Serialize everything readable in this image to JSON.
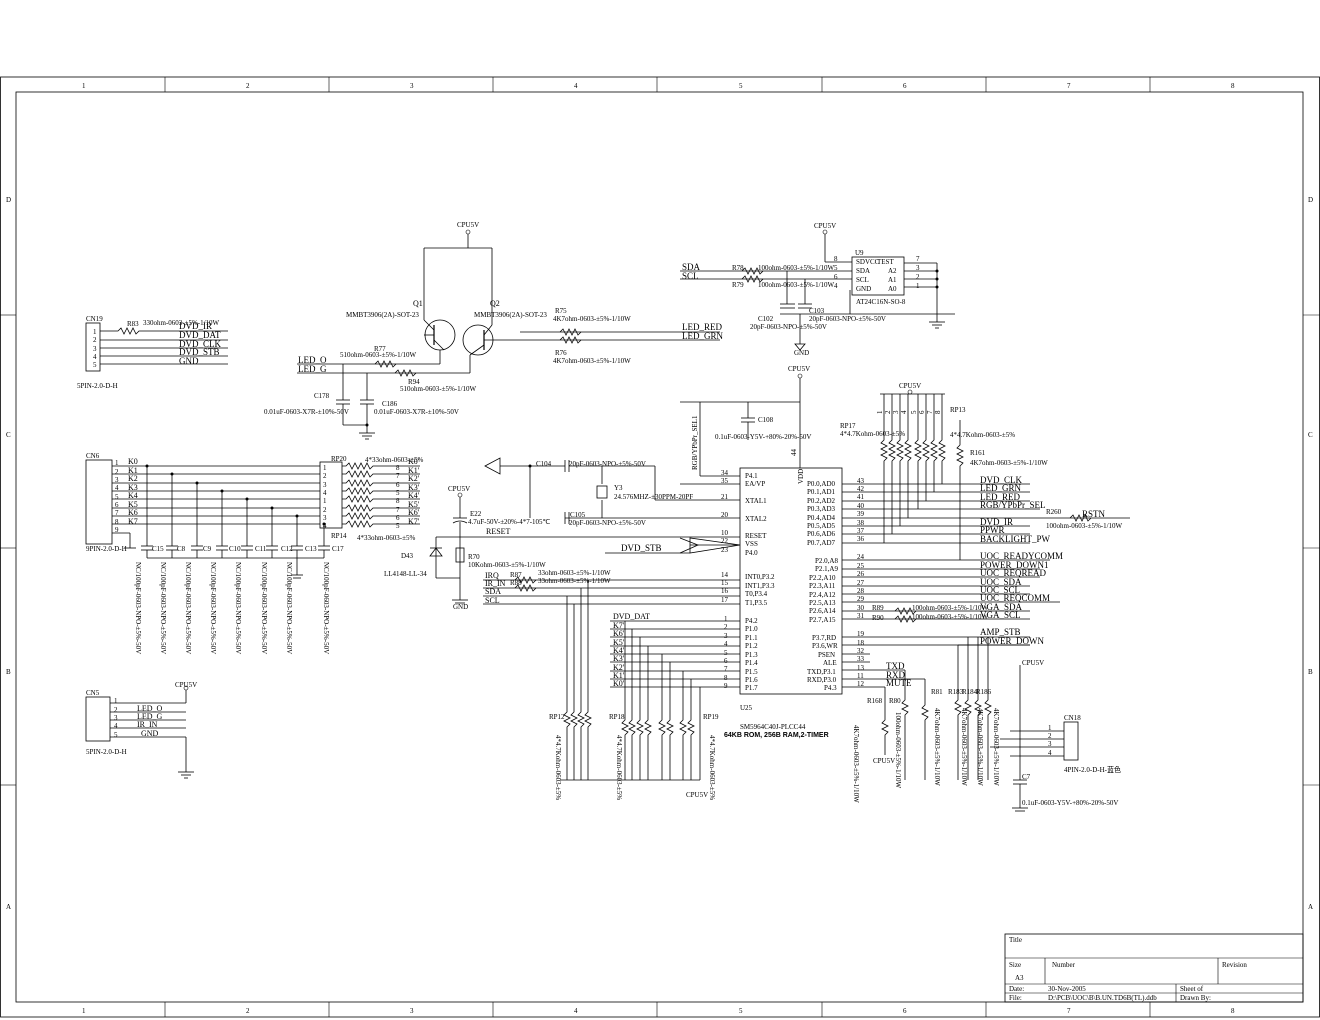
{
  "border": {
    "cols": [
      "1",
      "2",
      "3",
      "4",
      "5",
      "6",
      "7",
      "8"
    ],
    "rows": [
      "D",
      "C",
      "B",
      "A"
    ]
  },
  "cn19": {
    "ref": "CN19",
    "footprint": "5PIN-2.0-D-H",
    "pins": [
      "1",
      "2",
      "3",
      "4",
      "5"
    ],
    "resistor": "R83",
    "resistor_value": "330ohm-0603-±5%-1/10W",
    "nets": [
      "DVD_IR",
      "DVD_DAT",
      "DVD_CLK",
      "DVD_STB",
      "GND"
    ]
  },
  "led_driver": {
    "vcc": "CPU5V",
    "q1": "Q1",
    "q1_part": "MMBT3906(2A)-SOT-23",
    "q2": "Q2",
    "q2_part": "MMBT3906(2A)-SOT-23",
    "r75": "R75",
    "r75_value": "4K7ohm-0603-±5%-1/10W",
    "r76": "R76",
    "r76_value": "4K7ohm-0603-±5%-1/10W",
    "r77": "R77",
    "r77_value": "510ohm-0603-±5%-1/10W",
    "r94": "R94",
    "r94_value": "510ohm-0603-±5%-1/10W",
    "c178": "C178",
    "c178_value": "0.01uF-0603-X7R-±10%-50V",
    "c186": "C186",
    "c186_value": "0.01uF-0603-X7R-±10%-50V",
    "led_o": "LED_O",
    "led_g": "LED_G",
    "led_red": "LED_RED",
    "led_grn": "LED_GRN"
  },
  "eeprom": {
    "vcc": "CPU5V",
    "ref": "U9",
    "part": "AT24C16N-SO-8",
    "pins_left": [
      "SDVCC",
      "SDA",
      "SCL",
      "GND"
    ],
    "pins_right": [
      "TEST",
      "A2",
      "A1",
      "A0"
    ],
    "pin_nums_left": [
      "8",
      "5",
      "6",
      "4"
    ],
    "pin_nums_right": [
      "7",
      "3",
      "2",
      "1"
    ],
    "sda": "SDA",
    "scl": "SCL",
    "r78": "R78",
    "r78_value": "100ohm-0603-±5%-1/10W",
    "r79": "R79",
    "r79_value": "100ohm-0603-±5%-1/10W",
    "c102": "C102",
    "c102_value": "20pF-0603-NPO-±5%-50V",
    "c103": "C103",
    "c103_value": "20pF-0603-NPO-±5%-50V",
    "gnd": "GND"
  },
  "cn6": {
    "ref": "CN6",
    "footprint": "9PIN-2.0-D-H",
    "pins": [
      "1",
      "2",
      "3",
      "4",
      "5",
      "6",
      "7",
      "8",
      "9"
    ],
    "keys": [
      "K0",
      "K1",
      "K2",
      "K3",
      "K4",
      "K5",
      "K6",
      "K7"
    ],
    "rp20": "RP20",
    "rp20_value": "4*33ohm-0603-±5%",
    "rp14": "RP14",
    "rp14_value": "4*33ohm-0603-±5%",
    "rp_pins_left": [
      "1",
      "2",
      "3",
      "4",
      "1",
      "2",
      "3",
      "4"
    ],
    "rp_pins_right": [
      "8",
      "7",
      "6",
      "5",
      "8",
      "7",
      "6",
      "5"
    ],
    "keys_out": [
      "K0'",
      "K1'",
      "K2'",
      "K3'",
      "K4'",
      "K5'",
      "K6'",
      "K7'"
    ],
    "caps": [
      "C15",
      "C8",
      "C9",
      "C10",
      "C11",
      "C12",
      "C13",
      "C17"
    ],
    "cap_value": "NC/100pF-0603-NPO-±5%-50V"
  },
  "reset_circuit": {
    "vcc": "CPU5V",
    "e22": "E22",
    "e22_value": "4.7uF-50V-±20%-4*7-105℃",
    "d43": "D43",
    "d43_part": "LL4148-LL-34",
    "r70": "R70",
    "r70_value": "10Kohm-0603-±5%-1/10W",
    "reset": "RESET",
    "gnd": "GND"
  },
  "cn5": {
    "ref": "CN5",
    "footprint": "5PIN-2.0-D-H",
    "vcc": "CPU5V",
    "pins": [
      "1",
      "2",
      "3",
      "4",
      "5"
    ],
    "nets": [
      "LED_O",
      "LED_G",
      "IR_IN",
      "GND"
    ]
  },
  "mcu": {
    "ref": "U25",
    "part": "SM5964C40J-PLCC44",
    "desc": "64KB ROM, 256B RAM,2-TIMER",
    "vdd": "VDD",
    "vdd_pin": "44",
    "vcc": "CPU5V",
    "c108": "C108",
    "c108_value": "0.1uF-0603-Y5V-+80%-20%-50V",
    "rgb_sel": "RGB/YPbPr_SEL1",
    "left_pins": [
      {
        "num": "34",
        "name": "P4.1"
      },
      {
        "num": "35",
        "name": "EA/VP"
      },
      {
        "num": "21",
        "name": "XTAL1"
      },
      {
        "num": "20",
        "name": "XTAL2"
      },
      {
        "num": "10",
        "name": "RESET"
      },
      {
        "num": "22",
        "name": "VSS"
      },
      {
        "num": "23",
        "name": "P4.0"
      },
      {
        "num": "14",
        "name": "INT0,P3.2"
      },
      {
        "num": "15",
        "name": "INT1,P3.3"
      },
      {
        "num": "16",
        "name": "T0,P3.4"
      },
      {
        "num": "17",
        "name": "T1,P3.5"
      },
      {
        "num": "1",
        "name": "P4.2"
      },
      {
        "num": "2",
        "name": "P1.0"
      },
      {
        "num": "3",
        "name": "P1.1"
      },
      {
        "num": "4",
        "name": "P1.2"
      },
      {
        "num": "5",
        "name": "P1.3"
      },
      {
        "num": "6",
        "name": "P1.4"
      },
      {
        "num": "7",
        "name": "P1.5"
      },
      {
        "num": "8",
        "name": "P1.6"
      },
      {
        "num": "9",
        "name": "P1.7"
      }
    ],
    "right_pins": [
      {
        "num": "43",
        "name": "P0.0,AD0"
      },
      {
        "num": "42",
        "name": "P0.1,AD1"
      },
      {
        "num": "41",
        "name": "P0.2,AD2"
      },
      {
        "num": "40",
        "name": "P0.3,AD3"
      },
      {
        "num": "39",
        "name": "P0.4,AD4"
      },
      {
        "num": "38",
        "name": "P0.5,AD5"
      },
      {
        "num": "37",
        "name": "P0.6,AD6"
      },
      {
        "num": "36",
        "name": "P0.7,AD7"
      },
      {
        "num": "24",
        "name": "P2.0,A8"
      },
      {
        "num": "25",
        "name": "P2.1,A9"
      },
      {
        "num": "26",
        "name": "P2.2,A10"
      },
      {
        "num": "27",
        "name": "P2.3,A11"
      },
      {
        "num": "28",
        "name": "P2.4,A12"
      },
      {
        "num": "29",
        "name": "P2.5,A13"
      },
      {
        "num": "30",
        "name": "P2.6,A14"
      },
      {
        "num": "31",
        "name": "P2.7,A15"
      },
      {
        "num": "19",
        "name": "P3.7,RD"
      },
      {
        "num": "18",
        "name": "P3.6,WR"
      },
      {
        "num": "32",
        "name": "PSEN"
      },
      {
        "num": "33",
        "name": "ALE"
      },
      {
        "num": "13",
        "name": "TXD,P3.1"
      },
      {
        "num": "11",
        "name": "RXD,P3.0"
      },
      {
        "num": "12",
        "name": "P4.3"
      }
    ],
    "right_nets": [
      "DVD_CLK",
      "LED_GRN",
      "LED_RED",
      "RGB/YPbPr_SEL",
      "RSTN",
      "DVD_IR",
      "PPWR",
      "BACKLIGHT_PW",
      "UOC_READYCOMM",
      "POWER_DOWN1",
      "UOC_REQREAD",
      "UOC_SDA",
      "UOC_SCL",
      "UOC_REQCOMM",
      "VGA_SDA",
      "VGA_SCL",
      "AMP_STB",
      "POWER_DOWN",
      "TXD",
      "RXD",
      "MUTE"
    ],
    "left_nets": [
      "DVD_STB",
      "IRQ",
      "IR_IN",
      "SDA",
      "SCL",
      "DVD_DAT",
      "K7'",
      "K6'",
      "K5'",
      "K4'",
      "K3'",
      "K2'",
      "K1'",
      "K0'"
    ],
    "r87": "R87",
    "r87_value": "33ohm-0603-±5%-1/10W",
    "r88": "R88",
    "r88_value": "33ohm-0603-±5%-1/10W",
    "r89": "R89",
    "r89_value": "100ohm-0603-±5%-1/10W",
    "r90": "R90",
    "r90_value": "100ohm-0603-±5%-1/10W",
    "r260": "R260",
    "r260_value": "100ohm-0603-±5%-1/10W",
    "c104": "C104",
    "c104_value": "20pF-0603-NPO-±5%-50V",
    "c105": "C105",
    "c105_value": "20pF-0603-NPO-±5%-50V",
    "y3": "Y3",
    "y3_value": "24.576MHZ-±30PPM-20PF"
  },
  "pullups": {
    "vcc": "CPU5V",
    "rp17": "RP17",
    "rp17_value": "4*4.7Kohm-0603-±5%",
    "rp13": "RP13",
    "rp13_value": "4*4.7Kohm-0603-±5%",
    "r161": "R161",
    "r161_value": "4K7ohm-0603-±5%-1/10W",
    "rp12": "RP12",
    "rp18": "RP18",
    "rp19": "RP19",
    "rp_value": "4*4.7Kohm-0603-±5%",
    "r168": "R168",
    "r80": "R80",
    "r81": "R81",
    "r183": "R183",
    "r184": "R184",
    "r186": "R186",
    "pullup_value": "4K7ohm-0603-±5%-1/10W",
    "r80_value": "100ohm-0603-±5%-1/10W",
    "rp_pin_nums": [
      "1",
      "2",
      "3",
      "4",
      "5",
      "6",
      "7",
      "8"
    ]
  },
  "cn18": {
    "ref": "CN18",
    "footprint": "4PIN-2.0-D-H-蓝色",
    "vcc": "CPU5V",
    "pins": [
      "1",
      "2",
      "3",
      "4"
    ],
    "c7": "C7",
    "c7_value": "0.1uF-0603-Y5V-+80%-20%-50V"
  },
  "title_block": {
    "title": "Title",
    "size_label": "Size",
    "size": "A3",
    "number_label": "Number",
    "revision_label": "Revision",
    "date_label": "Date:",
    "date": "30-Nov-2005",
    "sheet_label": "Sheet    of",
    "file_label": "File:",
    "file": "D:\\PCB\\UOC\\B\\B.UN.TD6B(TL).ddb",
    "drawn_label": "Drawn By:"
  }
}
